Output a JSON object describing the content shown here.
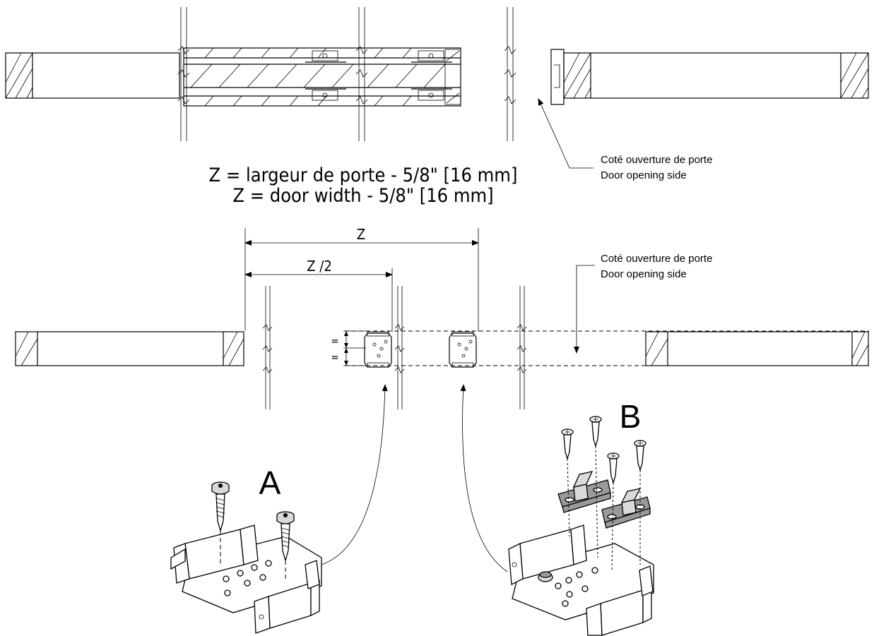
{
  "formula": {
    "line_fr": "Z = largeur de porte - 5/8\" [16 mm]",
    "line_en": "Z = door width - 5/8\" [16 mm]"
  },
  "callouts": {
    "top": {
      "fr": "Coté ouverture de porte",
      "en": "Door opening side"
    },
    "middle": {
      "fr": "Coté ouverture de porte",
      "en": "Door opening side"
    }
  },
  "dimensions": {
    "full": "Z",
    "half": "Z /2",
    "equal_top": "=",
    "equal_bottom": "="
  },
  "parts": {
    "a": "A",
    "b": "B"
  }
}
